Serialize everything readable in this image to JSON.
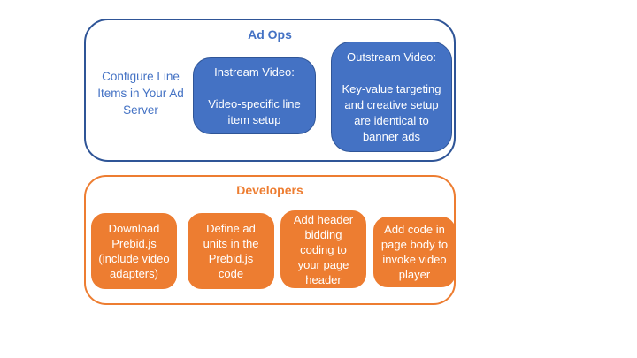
{
  "diagram": {
    "ad_ops": {
      "title": "Ad Ops",
      "note": "Configure Line\nItems in Your Ad\nServer",
      "boxes": [
        {
          "id": "instream-video",
          "text": "Instream Video:\n\nVideo-specific line\nitem setup"
        },
        {
          "id": "outstream-video",
          "text": "Outstream Video:\n\nKey-value targeting\nand creative setup\nare identical to\nbanner ads"
        }
      ]
    },
    "developers": {
      "title": "Developers",
      "boxes": [
        {
          "id": "download-prebid",
          "text": "Download\nPrebid.js\n(include video\nadapters)"
        },
        {
          "id": "define-ad-units",
          "text": "Define ad\nunits in the\nPrebid.js\ncode"
        },
        {
          "id": "header-bidding-code",
          "text": "Add header\nbidding\ncoding to\nyour page\nheader"
        },
        {
          "id": "invoke-video-player",
          "text": "Add code in\npage body to\ninvoke video\nplayer"
        }
      ]
    },
    "colors": {
      "blue_fill": "#4472C4",
      "blue_border": "#2F5597",
      "blue_text": "#4472C4",
      "orange": "#ED7D31",
      "node_text": "#FFFFFF",
      "background": "#FFFFFF"
    }
  }
}
